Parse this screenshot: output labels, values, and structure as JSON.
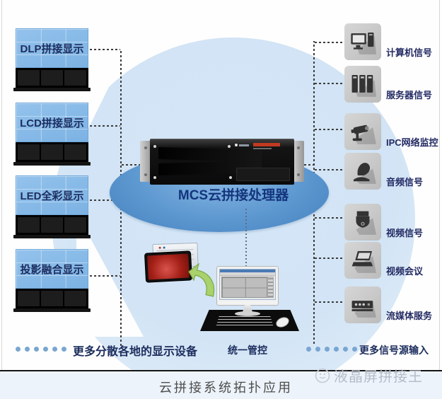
{
  "diagram": {
    "cloud_platform": {
      "processor_label": "MCS云拼接处理器"
    },
    "displays": {
      "items": [
        {
          "label": "DLP拼接显示"
        },
        {
          "label": "LCD拼接显示"
        },
        {
          "label": "LED全彩显示"
        },
        {
          "label": "投影融合显示"
        }
      ],
      "more_label": "更多分散各地的显示设备"
    },
    "sources": {
      "items": [
        {
          "label": "计算机信号",
          "icon": "computer-icon"
        },
        {
          "label": "服务器信号",
          "icon": "server-rack-icon"
        },
        {
          "label": "IPC网络监控",
          "icon": "ipc-camera-icon"
        },
        {
          "label": "音频信号",
          "icon": "microphone-icon"
        },
        {
          "label": "视频信号",
          "icon": "ptz-camera-icon"
        },
        {
          "label": "视频会议",
          "icon": "video-conference-icon"
        },
        {
          "label": "流媒体服务",
          "icon": "streaming-server-icon"
        }
      ],
      "more_label": "更多信号源输入"
    },
    "management": {
      "label": "统一管控"
    },
    "caption": "云拼接系统拓扑应用",
    "watermark": {
      "text": "液晶屏拼接王",
      "logo": "media-account-logo"
    },
    "colors": {
      "label_navy": "#1c2d5e",
      "cloud_fill": "#d4e6f6",
      "platform_blue": "#5d98d0",
      "connector_dark": "#3c3c3c",
      "footer_bg": "#edf3fa",
      "screen_blue": "#7cb2e3"
    }
  }
}
